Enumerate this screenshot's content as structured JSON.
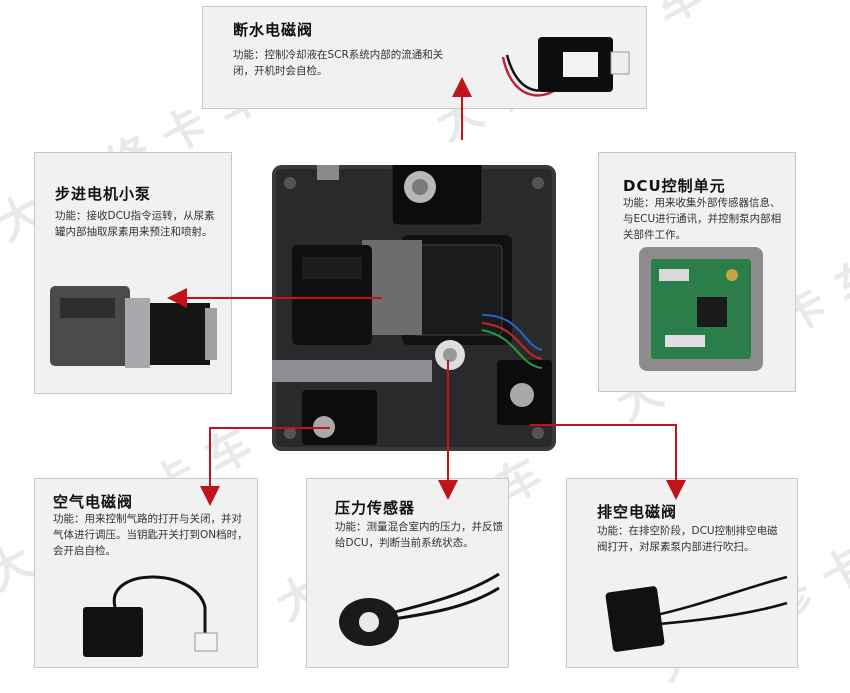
{
  "watermark": "大神修卡车",
  "colors": {
    "arrow": "#c0141a",
    "card_bg": "#f1f1f1",
    "card_border": "#c8c8c8"
  },
  "components": {
    "shutoff_valve": {
      "title": "断水电磁阀",
      "desc": "功能：控制冷却液在SCR系统内部的流通和关闭，开机时会自检。"
    },
    "stepper_pump": {
      "title": "步进电机小泵",
      "desc": "功能：接收DCU指令运转，从尿素罐内部抽取尿素用来预注和喷射。"
    },
    "dcu": {
      "title": "DCU控制单元",
      "desc": "功能：用来收集外部传感器信息、与ECU进行通讯，并控制泵内部相关部件工作。"
    },
    "air_valve": {
      "title": "空气电磁阀",
      "desc": "功能：用来控制气路的打开与关闭，并对气体进行调压。当钥匙开关打到ON档时，会开启自检。"
    },
    "pressure_sensor": {
      "title": "压力传感器",
      "desc": "功能：测量混合室内的压力，并反馈给DCU，判断当前系统状态。"
    },
    "purge_valve": {
      "title": "排空电磁阀",
      "desc": "功能：在排空阶段，DCU控制排空电磁阀打开，对尿素泵内部进行吹扫。"
    }
  }
}
